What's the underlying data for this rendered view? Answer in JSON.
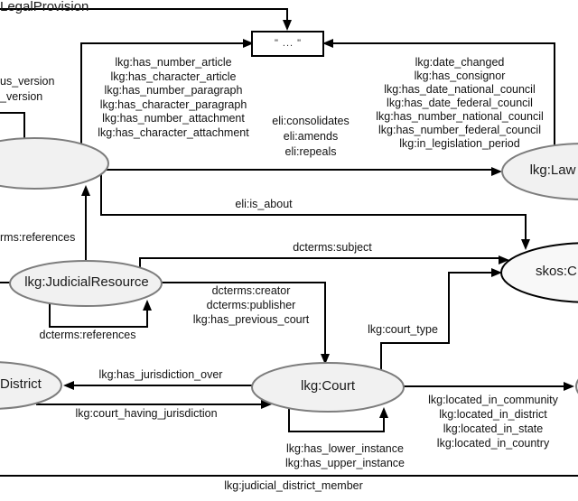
{
  "colors": {
    "background": "#ffffff",
    "node_fill": "#f1f1f1",
    "node_stroke": "#7d7d7d",
    "edge_color": "#000000",
    "text_color": "#111111"
  },
  "nodes": {
    "legal_provision": {
      "label": "LegalProvision",
      "note": "clipped at left edge"
    },
    "law": {
      "label": "lkg:Law"
    },
    "judicial_resource": {
      "label": "lkg:JudicialResource"
    },
    "concept": {
      "label": "skos:C",
      "note": "clipped at right edge"
    },
    "district": {
      "label": "District",
      "note": "clipped at left edge"
    },
    "court": {
      "label": "lkg:Court"
    },
    "literal": {
      "label": "\" ... \""
    }
  },
  "edges": {
    "version_partial_top": "us_version",
    "version_partial_bottom": "_version",
    "provision_literal": {
      "lines": [
        "lkg:has_number_article",
        "lkg:has_character_article",
        "lkg:has_number_paragraph",
        "lkg:has_character_paragraph",
        "lkg:has_number_attachment",
        "lkg:has_character_attachment"
      ]
    },
    "law_literal": {
      "lines": [
        "lkg:date_changed",
        "lkg:has_consignor",
        "lkg:has_date_national_council",
        "lkg:has_date_federal_council",
        "lkg:has_number_national_council",
        "lkg:has_number_federal_council",
        "lkg:in_legislation_period"
      ]
    },
    "provision_law": {
      "lines": [
        "eli:consolidates",
        "eli:amends",
        "eli:repeals"
      ]
    },
    "is_about": "eli:is_about",
    "subject": "dcterms:subject",
    "references_clipped": "rms:references",
    "jr_self_references": "dcterms:references",
    "jr_court": {
      "lines": [
        "dcterms:creator",
        "dcterms:publisher",
        "lkg:has_previous_court"
      ]
    },
    "court_type": "lkg:court_type",
    "has_jurisdiction_over": "lkg:has_jurisdiction_over",
    "court_having_jurisdiction": "lkg:court_having_jurisdiction",
    "court_self": {
      "lines": [
        "lkg:has_lower_instance",
        "lkg:has_upper_instance"
      ]
    },
    "located": {
      "lines": [
        "lkg:located_in_community",
        "lkg:located_in_district",
        "lkg:located_in_state",
        "lkg:located_in_country"
      ]
    },
    "judicial_district_member": "lkg:judicial_district_member"
  }
}
